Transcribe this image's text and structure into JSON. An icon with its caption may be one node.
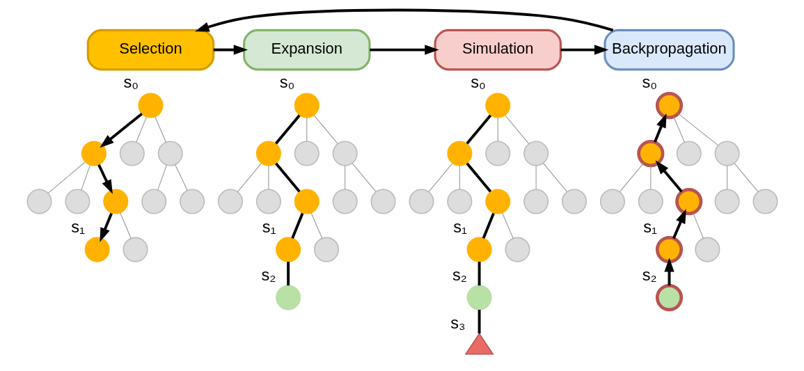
{
  "diagram": {
    "nodes": [
      {
        "text": [
          "Selection"
        ]
      },
      {
        "text": [
          "Expansion"
        ]
      },
      {
        "text": [
          "Simulation"
        ]
      },
      {
        "text": [
          "Backpropagation"
        ]
      },
      {
        "text": [],
        "shape": "circle",
        "beside": [
          "s₀"
        ]
      },
      {
        "text": [],
        "shape": "circle"
      },
      {
        "text": [],
        "shape": "circle"
      },
      {
        "text": [],
        "shape": "circle"
      },
      {
        "text": [],
        "shape": "circle"
      },
      {
        "text": [],
        "shape": "circle"
      },
      {
        "text": [],
        "shape": "circle"
      },
      {
        "text": [],
        "shape": "circle"
      },
      {
        "text": [],
        "shape": "circle"
      },
      {
        "text": [],
        "shape": "circle",
        "beside": [
          "s₁"
        ]
      },
      {
        "text": [],
        "shape": "circle"
      },
      {
        "text": [],
        "shape": "circle",
        "beside": [
          "s₀"
        ]
      },
      {
        "text": [],
        "shape": "circle"
      },
      {
        "text": [],
        "shape": "circle"
      },
      {
        "text": [],
        "shape": "circle"
      },
      {
        "text": [],
        "shape": "circle"
      },
      {
        "text": [],
        "shape": "circle"
      },
      {
        "text": [],
        "shape": "circle"
      },
      {
        "text": [],
        "shape": "circle"
      },
      {
        "text": [],
        "shape": "circle"
      },
      {
        "text": [],
        "shape": "circle",
        "beside": [
          "s₁"
        ]
      },
      {
        "text": [],
        "shape": "circle"
      },
      {
        "text": [],
        "shape": "circle",
        "beside": [
          "s₂"
        ]
      },
      {
        "text": [],
        "shape": "circle",
        "beside": [
          "s₀"
        ]
      },
      {
        "text": [],
        "shape": "circle"
      },
      {
        "text": [],
        "shape": "circle"
      },
      {
        "text": [],
        "shape": "circle"
      },
      {
        "text": [],
        "shape": "circle"
      },
      {
        "text": [],
        "shape": "circle"
      },
      {
        "text": [],
        "shape": "circle"
      },
      {
        "text": [],
        "shape": "circle"
      },
      {
        "text": [],
        "shape": "circle"
      },
      {
        "text": [],
        "shape": "circle",
        "beside": [
          "s₁"
        ]
      },
      {
        "text": [],
        "shape": "circle"
      },
      {
        "text": [],
        "shape": "circle",
        "beside": [
          "s₂"
        ]
      },
      {
        "text": [],
        "shape": "triangle",
        "beside": [
          "s₃"
        ]
      },
      {
        "text": [],
        "shape": "circle",
        "beside": [
          "s₀"
        ]
      },
      {
        "text": [],
        "shape": "circle"
      },
      {
        "text": [],
        "shape": "circle"
      },
      {
        "text": [],
        "shape": "circle"
      },
      {
        "text": [],
        "shape": "circle"
      },
      {
        "text": [],
        "shape": "circle"
      },
      {
        "text": [],
        "shape": "circle"
      },
      {
        "text": [],
        "shape": "circle"
      },
      {
        "text": [],
        "shape": "circle"
      },
      {
        "text": [],
        "shape": "circle",
        "beside": [
          "s₁"
        ]
      },
      {
        "text": [],
        "shape": "circle"
      },
      {
        "text": [],
        "shape": "circle",
        "beside": [
          "s₂"
        ]
      }
    ],
    "edges": [
      {
        "from": 0,
        "to": 1,
        "arrow": "to",
        "style": "thick",
        "color": "#000000"
      },
      {
        "from": 1,
        "to": 2,
        "arrow": "to",
        "style": "thick",
        "color": "#000000"
      },
      {
        "from": 2,
        "to": 3,
        "arrow": "to",
        "style": "thick",
        "color": "#000000"
      },
      {
        "from": 3,
        "to": 0,
        "arrow": "to",
        "style": "thick",
        "color": "#000000"
      },
      {
        "from": 4,
        "to": 5,
        "arrow": "to",
        "style": "thick",
        "color": "#000000"
      },
      {
        "from": 4,
        "to": 6,
        "arrow": "none"
      },
      {
        "from": 4,
        "to": 7,
        "arrow": "none"
      },
      {
        "from": 5,
        "to": 8,
        "arrow": "none"
      },
      {
        "from": 5,
        "to": 9,
        "arrow": "none"
      },
      {
        "from": 5,
        "to": 10,
        "arrow": "to",
        "style": "thick",
        "color": "#000000"
      },
      {
        "from": 7,
        "to": 11,
        "arrow": "none"
      },
      {
        "from": 7,
        "to": 12,
        "arrow": "none"
      },
      {
        "from": 10,
        "to": 13,
        "arrow": "to",
        "style": "thick",
        "color": "#000000"
      },
      {
        "from": 10,
        "to": 14,
        "arrow": "none"
      },
      {
        "from": 15,
        "to": 16,
        "arrow": "none",
        "style": "thick",
        "color": "#000000"
      },
      {
        "from": 15,
        "to": 17,
        "arrow": "none"
      },
      {
        "from": 15,
        "to": 18,
        "arrow": "none"
      },
      {
        "from": 16,
        "to": 19,
        "arrow": "none"
      },
      {
        "from": 16,
        "to": 20,
        "arrow": "none"
      },
      {
        "from": 16,
        "to": 21,
        "arrow": "none",
        "style": "thick",
        "color": "#000000"
      },
      {
        "from": 18,
        "to": 22,
        "arrow": "none"
      },
      {
        "from": 18,
        "to": 23,
        "arrow": "none"
      },
      {
        "from": 21,
        "to": 24,
        "arrow": "none",
        "style": "thick",
        "color": "#000000"
      },
      {
        "from": 21,
        "to": 25,
        "arrow": "none"
      },
      {
        "from": 24,
        "to": 26,
        "arrow": "none",
        "style": "thick",
        "color": "#000000"
      },
      {
        "from": 27,
        "to": 28,
        "arrow": "none",
        "style": "thick",
        "color": "#000000"
      },
      {
        "from": 27,
        "to": 29,
        "arrow": "none"
      },
      {
        "from": 27,
        "to": 30,
        "arrow": "none"
      },
      {
        "from": 28,
        "to": 31,
        "arrow": "none"
      },
      {
        "from": 28,
        "to": 32,
        "arrow": "none"
      },
      {
        "from": 28,
        "to": 33,
        "arrow": "none",
        "style": "thick",
        "color": "#000000"
      },
      {
        "from": 30,
        "to": 34,
        "arrow": "none"
      },
      {
        "from": 30,
        "to": 35,
        "arrow": "none"
      },
      {
        "from": 33,
        "to": 36,
        "arrow": "none",
        "style": "thick",
        "color": "#000000"
      },
      {
        "from": 33,
        "to": 37,
        "arrow": "none"
      },
      {
        "from": 36,
        "to": 38,
        "arrow": "none",
        "style": "thick",
        "color": "#000000"
      },
      {
        "from": 38,
        "to": 39,
        "arrow": "none",
        "style": "thick",
        "color": "#000000"
      },
      {
        "from": 41,
        "to": 40,
        "arrow": "to",
        "style": "thick",
        "color": "#000000"
      },
      {
        "from": 40,
        "to": 42,
        "arrow": "none"
      },
      {
        "from": 40,
        "to": 43,
        "arrow": "none"
      },
      {
        "from": 41,
        "to": 44,
        "arrow": "none"
      },
      {
        "from": 41,
        "to": 45,
        "arrow": "none"
      },
      {
        "from": 46,
        "to": 41,
        "arrow": "to",
        "style": "thick",
        "color": "#000000"
      },
      {
        "from": 43,
        "to": 47,
        "arrow": "none"
      },
      {
        "from": 43,
        "to": 48,
        "arrow": "none"
      },
      {
        "from": 49,
        "to": 46,
        "arrow": "to",
        "style": "thick",
        "color": "#000000"
      },
      {
        "from": 46,
        "to": 50,
        "arrow": "none"
      },
      {
        "from": 51,
        "to": 49,
        "arrow": "to",
        "style": "thick",
        "color": "#000000"
      }
    ]
  }
}
